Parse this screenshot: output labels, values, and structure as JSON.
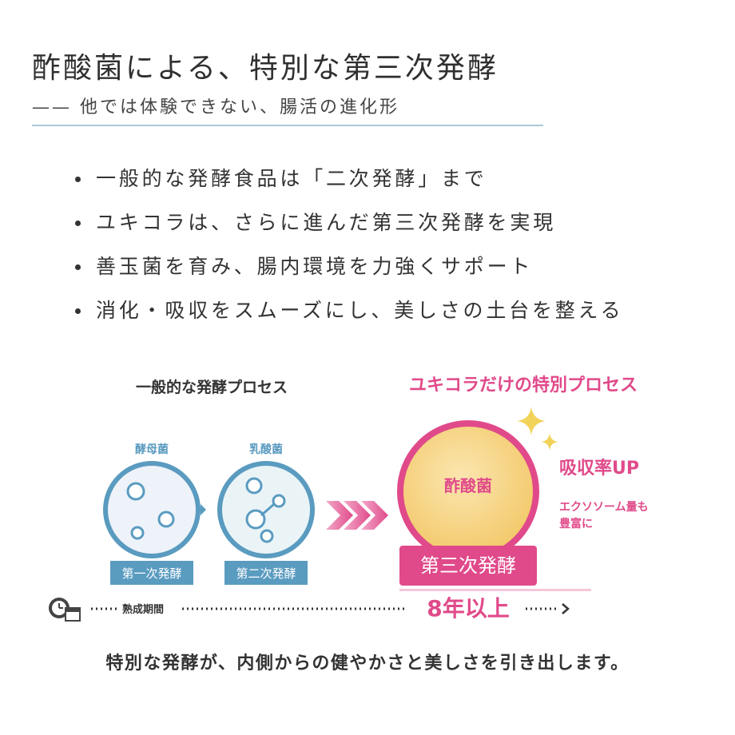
{
  "header": {
    "title": "酢酸菌による、特別な第三次発酵",
    "subtitle": "—— 他では体験できない、腸活の進化形"
  },
  "bullets": [
    {
      "text": "一般的な発酵食品は「二次発酵」まで"
    },
    {
      "text": "ユキコラは、さらに進んだ第三次発酵を実現"
    },
    {
      "text": "善玉菌を育み、腸内環境を力強くサポート"
    },
    {
      "text": "消化・吸収をスムーズにし、美しさの土台を整える"
    }
  ],
  "diagram": {
    "general_heading": "一般的な発酵プロセス",
    "special_heading": "ユキコラだけの特別プロセス",
    "yeast_label": "酵母菌",
    "lactic_label": "乳酸菌",
    "acetic_label": "酢酸菌",
    "first_fermentation": "第一次発酵",
    "second_fermentation": "第二次発酵",
    "third_fermentation": "第三次発酵",
    "absorption": "吸収率UP",
    "exosome_line1": "エクソソーム量も",
    "exosome_line2": "豊富に",
    "maturation_label": "熟成期間",
    "years_label": "8年以上"
  },
  "footer": {
    "message": "特別な発酵が、内側からの健やかさと美しさを引き出します。"
  },
  "colors": {
    "blue": "#5a9bc0",
    "pink": "#e04a8a",
    "gold": "#f3cf7a",
    "rule": "#a9c9d9"
  },
  "icons": {
    "clock": "clock-calendar-icon",
    "sparkle": "sparkle-icon",
    "chevrons": "triple-chevron-right-icon"
  }
}
